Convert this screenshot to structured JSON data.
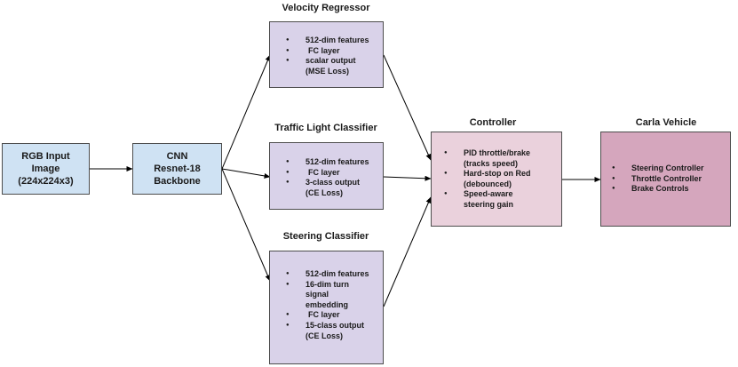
{
  "input": {
    "lines": [
      "RGB Input",
      "Image",
      "(224x224x3)"
    ]
  },
  "backbone": {
    "lines": [
      "CNN",
      "Resnet-18",
      "Backbone"
    ]
  },
  "velocity": {
    "title": "Velocity Regressor",
    "items": [
      "512-dim features",
      "FC layer",
      "scalar output",
      "(MSE Loss)"
    ]
  },
  "traffic": {
    "title": "Traffic Light Classifier",
    "items": [
      "512-dim features",
      "FC layer",
      "3-class output",
      "(CE Loss)"
    ]
  },
  "steering": {
    "title": "Steering Classifier",
    "items": [
      "512-dim features",
      "16-dim turn",
      "signal",
      "embedding",
      "FC layer",
      "15-class output",
      "(CE Loss)"
    ]
  },
  "controller": {
    "title": "Controller",
    "items": [
      "PID throttle/brake",
      "(tracks speed)",
      "Hard-stop on Red",
      "(debounced)",
      "Speed-aware",
      "steering gain"
    ]
  },
  "vehicle": {
    "title": "Carla Vehicle",
    "items": [
      "Steering Controller",
      "Throttle Controller",
      "Brake Controls"
    ]
  },
  "colors": {
    "input": "#cfe2f3",
    "heads": "#d9d2e9",
    "controller": "#ead1dc",
    "vehicle": "#d5a6bd",
    "border": "#4d4d4d",
    "arrow": "#000000"
  }
}
